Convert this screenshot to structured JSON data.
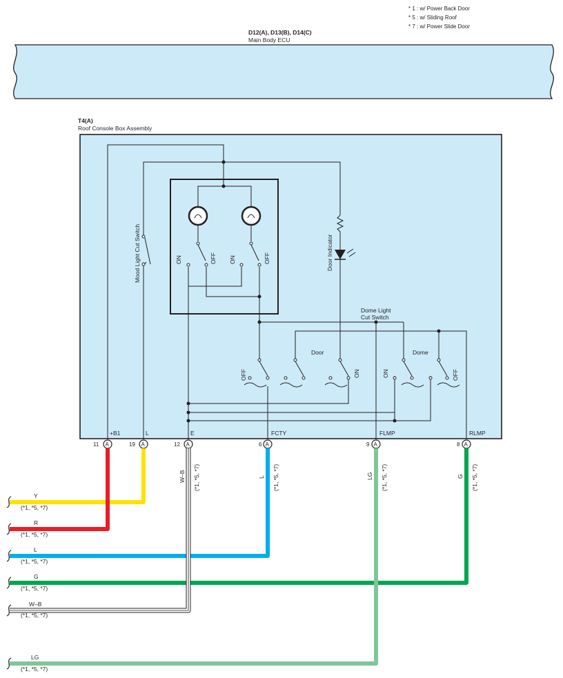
{
  "notes": [
    "* 1 : w/ Power Back Door",
    "* 5 : w/ Sliding Roof",
    "* 7 : w/ Power Slide Door"
  ],
  "ecu": {
    "connectors": "D12(A), D13(B), D14(C)",
    "name": "Main Body ECU"
  },
  "assembly": {
    "connector": "T4(A)",
    "name": "Roof Console Box Assembly"
  },
  "components": {
    "mood_switch": "Mood Light Cut Switch",
    "door_indicator": "Door Indicator",
    "dome_cut_switch_1": "Dome Light",
    "dome_cut_switch_2": "Cut Switch",
    "door_label": "Door",
    "dome_label": "Dome"
  },
  "switch_positions": {
    "on": "ON",
    "off": "OFF"
  },
  "terminals": [
    {
      "pin": "11",
      "name": "+B1",
      "conn": "A"
    },
    {
      "pin": "19",
      "name": "L",
      "conn": "A"
    },
    {
      "pin": "12",
      "name": "E",
      "conn": "A"
    },
    {
      "pin": "6",
      "name": "FCTY",
      "conn": "A"
    },
    {
      "pin": "9",
      "name": "FLMP",
      "conn": "A"
    },
    {
      "pin": "8",
      "name": "RLMP",
      "conn": "A"
    }
  ],
  "vertical_wires": [
    {
      "color_code": "W–B",
      "note": "(*1, *5, *7)"
    },
    {
      "color_code": "L",
      "note": "(*1, *5, *7)"
    },
    {
      "color_code": "LG",
      "note": "(*1, *5, *7)"
    },
    {
      "color_code": "G",
      "note": "(*1, *5, *7)"
    }
  ],
  "harness": [
    {
      "code": "Y",
      "note": "(*1, *5, *7)",
      "color": "#ffe100"
    },
    {
      "code": "R",
      "note": "(*1, *5, *7)",
      "color": "#ed1c24"
    },
    {
      "code": "L",
      "note": "(*1, *5, *7)",
      "color": "#00aeef"
    },
    {
      "code": "G",
      "note": "(*1, *5, *7)",
      "color": "#00a650"
    },
    {
      "code": "W–B",
      "note": "(*1, *5, *7)",
      "color": "#ffffff"
    },
    {
      "code": "LG",
      "note": "(*1, *5, *7)",
      "color": "#7ec697"
    }
  ],
  "colors": {
    "box_fill": "#cdeaf8",
    "line": "#231f20"
  }
}
